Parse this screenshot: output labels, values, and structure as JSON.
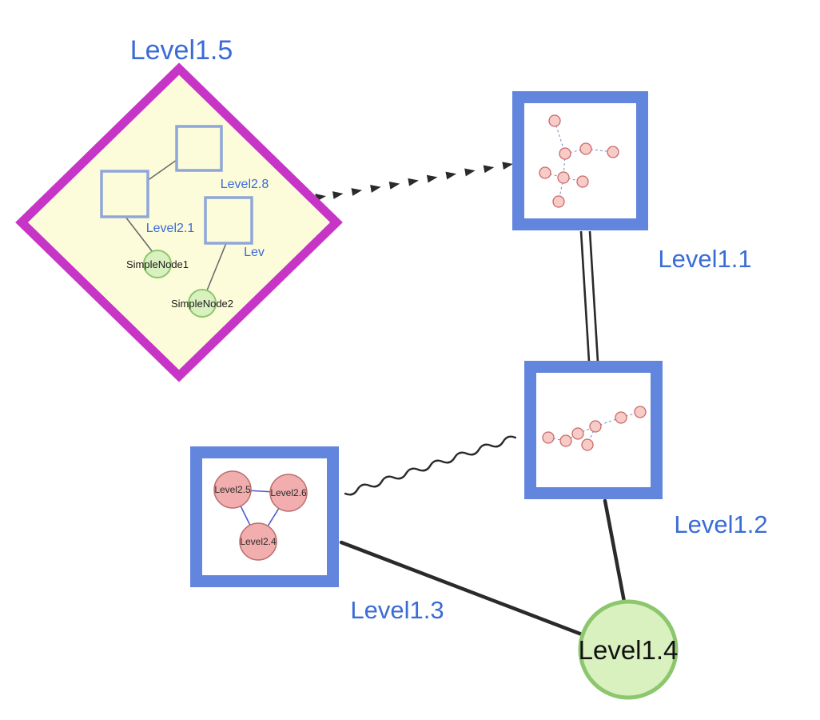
{
  "nodes": {
    "level1_5": {
      "label": "Level1.5",
      "shape": "diamond-group"
    },
    "level1_1": {
      "label": "Level1.1",
      "shape": "square-group"
    },
    "level1_2": {
      "label": "Level1.2",
      "shape": "square-group"
    },
    "level1_3": {
      "label": "Level1.3",
      "shape": "square-group"
    },
    "level1_4": {
      "label": "Level1.4",
      "shape": "circle"
    },
    "level2_8": {
      "label": "Level2.8",
      "shape": "square",
      "parent": "Level1.5"
    },
    "level2_1": {
      "label": "Level2.1",
      "shape": "square",
      "parent": "Level1.5"
    },
    "level2_x": {
      "label": "Lev",
      "shape": "square",
      "parent": "Level1.5"
    },
    "simple_node_1": {
      "label": "SimpleNode1",
      "shape": "circle",
      "parent": "Level1.5"
    },
    "simple_node_2": {
      "label": "SimpleNode2",
      "shape": "circle",
      "parent": "Level1.5"
    },
    "level2_5": {
      "label": "Level2.5",
      "shape": "circle",
      "parent": "Level1.3"
    },
    "level2_6": {
      "label": "Level2.6",
      "shape": "circle",
      "parent": "Level1.3"
    },
    "level2_4": {
      "label": "Level2.4",
      "shape": "circle",
      "parent": "Level1.3"
    }
  },
  "edges": [
    {
      "from": "Level1.5",
      "to": "Level1.1",
      "style": "dashed-arrow"
    },
    {
      "from": "Level1.1",
      "to": "Level1.2",
      "style": "double-line"
    },
    {
      "from": "Level1.3",
      "to": "Level1.2",
      "style": "wavy"
    },
    {
      "from": "Level1.3",
      "to": "Level1.4",
      "style": "solid"
    },
    {
      "from": "Level1.2",
      "to": "Level1.4",
      "style": "solid"
    },
    {
      "from": "Level2.8",
      "to": "Level2.1",
      "style": "solid"
    },
    {
      "from": "Level2.1",
      "to": "SimpleNode1",
      "style": "solid"
    },
    {
      "from": "Lev",
      "to": "SimpleNode2",
      "style": "solid"
    },
    {
      "from": "Level2.5",
      "to": "Level2.6",
      "style": "solid"
    },
    {
      "from": "Level2.5",
      "to": "Level2.4",
      "style": "solid"
    },
    {
      "from": "Level2.6",
      "to": "Level2.4",
      "style": "solid"
    }
  ],
  "colors": {
    "label_blue": "#3a6bd6",
    "magenta": "#c735c7",
    "diamond_fill": "#fcfcdb",
    "square_blue": "#6286dd",
    "inner_square_stroke": "#8fa6d9",
    "green_fill": "#d9f0bf",
    "green_stroke": "#8cc66d",
    "pink_fill": "#f2aeae",
    "pink_stroke": "#bb6e6e",
    "mini_edge_blue": "#7788cc",
    "edge_black": "#2a2a2a",
    "background": "#ffffff"
  }
}
